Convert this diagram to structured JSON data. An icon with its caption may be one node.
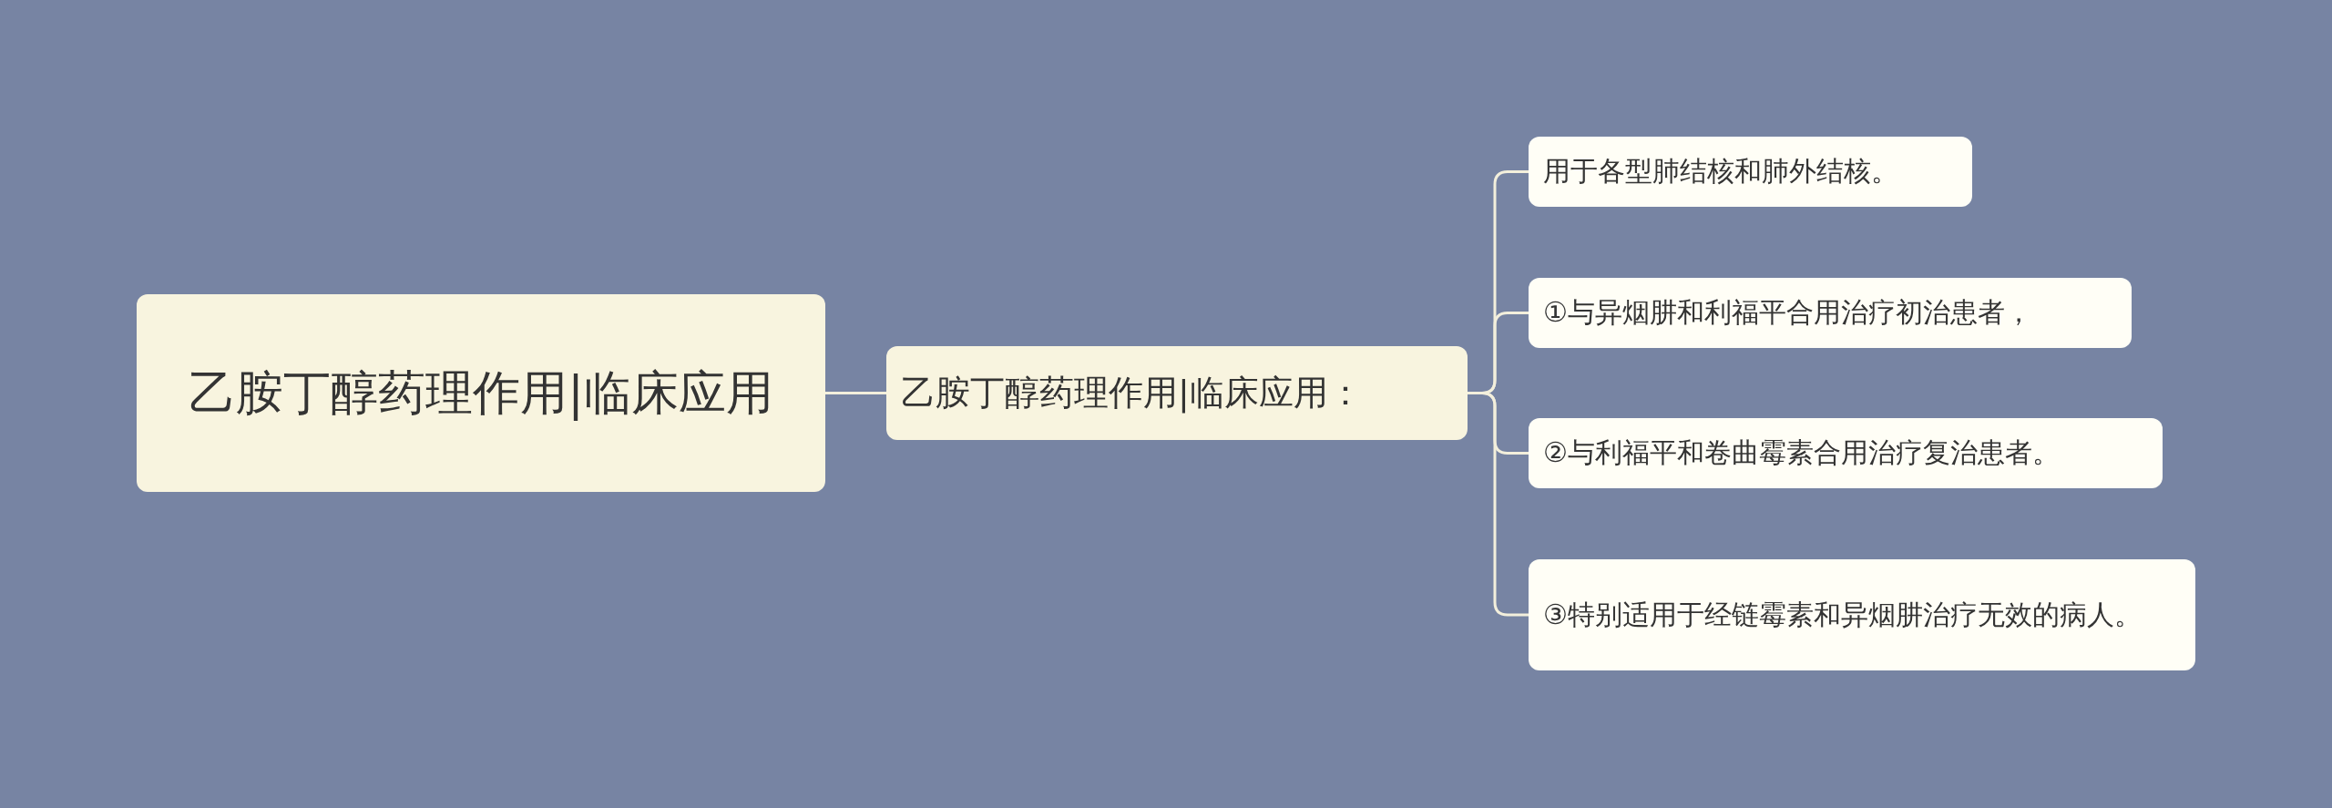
{
  "diagram": {
    "nodes": [
      {
        "text": [
          "乙胺丁醇药理作用|临床应用"
        ]
      },
      {
        "text": [
          "乙胺丁醇药理作用|临床应用："
        ]
      },
      {
        "text": [
          "用于各型肺结核和肺外结核。"
        ]
      },
      {
        "text": [
          "①与异烟肼和利福平合用治疗初治患者，"
        ]
      },
      {
        "text": [
          "②与利福平和卷曲霉素合用治疗复治患者。"
        ]
      },
      {
        "text": [
          "③特别适用于经链霉素和异烟肼治疗无效的病人。"
        ]
      }
    ],
    "edges": [
      {
        "from": 0,
        "to": 1,
        "arrow": "none"
      },
      {
        "from": 1,
        "to": 2,
        "arrow": "none"
      },
      {
        "from": 1,
        "to": 3,
        "arrow": "none"
      },
      {
        "from": 1,
        "to": 4,
        "arrow": "none"
      },
      {
        "from": 1,
        "to": 5,
        "arrow": "none"
      }
    ]
  }
}
